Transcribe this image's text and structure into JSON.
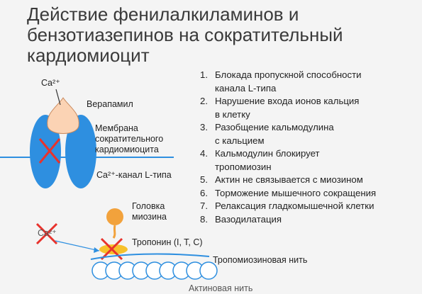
{
  "title": "Действие фенилалкиламинов и\nбензотиазепинов на сократительный\nкардиомиоцит",
  "effects": [
    {
      "num": "1.",
      "text": "Блокада пропускной способности\nканала L-типа"
    },
    {
      "num": "2.",
      "text": "Нарушение входа ионов кальция\nв клетку"
    },
    {
      "num": "3.",
      "text": "Разобщение кальмодулина\nс кальцием"
    },
    {
      "num": "4.",
      "text": "Кальмодулин блокирует\nтропомиозин"
    },
    {
      "num": "5.",
      "text": "Актин не связывается с миозином"
    },
    {
      "num": "6.",
      "text": "Торможение мышечного сокращения"
    },
    {
      "num": "7.",
      "text": "Релаксация гладкомышечной клетки"
    },
    {
      "num": "8.",
      "text": "Вазодилатация"
    }
  ],
  "labels": {
    "ca_ion": "Ca²⁺",
    "verapamil": "Верапамил",
    "membrane": "Мембрана\nсократительного\nкардиомиоцита",
    "channel": "Ca²⁺-канал L-типа",
    "myosin_head": "Головка\nмиозина",
    "troponin": "Тропонин (I, T, C)",
    "tropomyosin": "Тропомиозиновая нить",
    "actin": "Актиновая нить",
    "ca_blocked": "Ca²⁺"
  },
  "colors": {
    "channel": "#2e8fe0",
    "verapamil": "#fbd3b4",
    "cross": "#e8322c",
    "myosin": "#f2a23c",
    "troponin": "#f7c12b",
    "actin_bead": "#ffffff",
    "actin_outline": "#2e8fe0",
    "membrane_line": "#2e8fe0",
    "tropomyosin": "#2e8fe0"
  }
}
